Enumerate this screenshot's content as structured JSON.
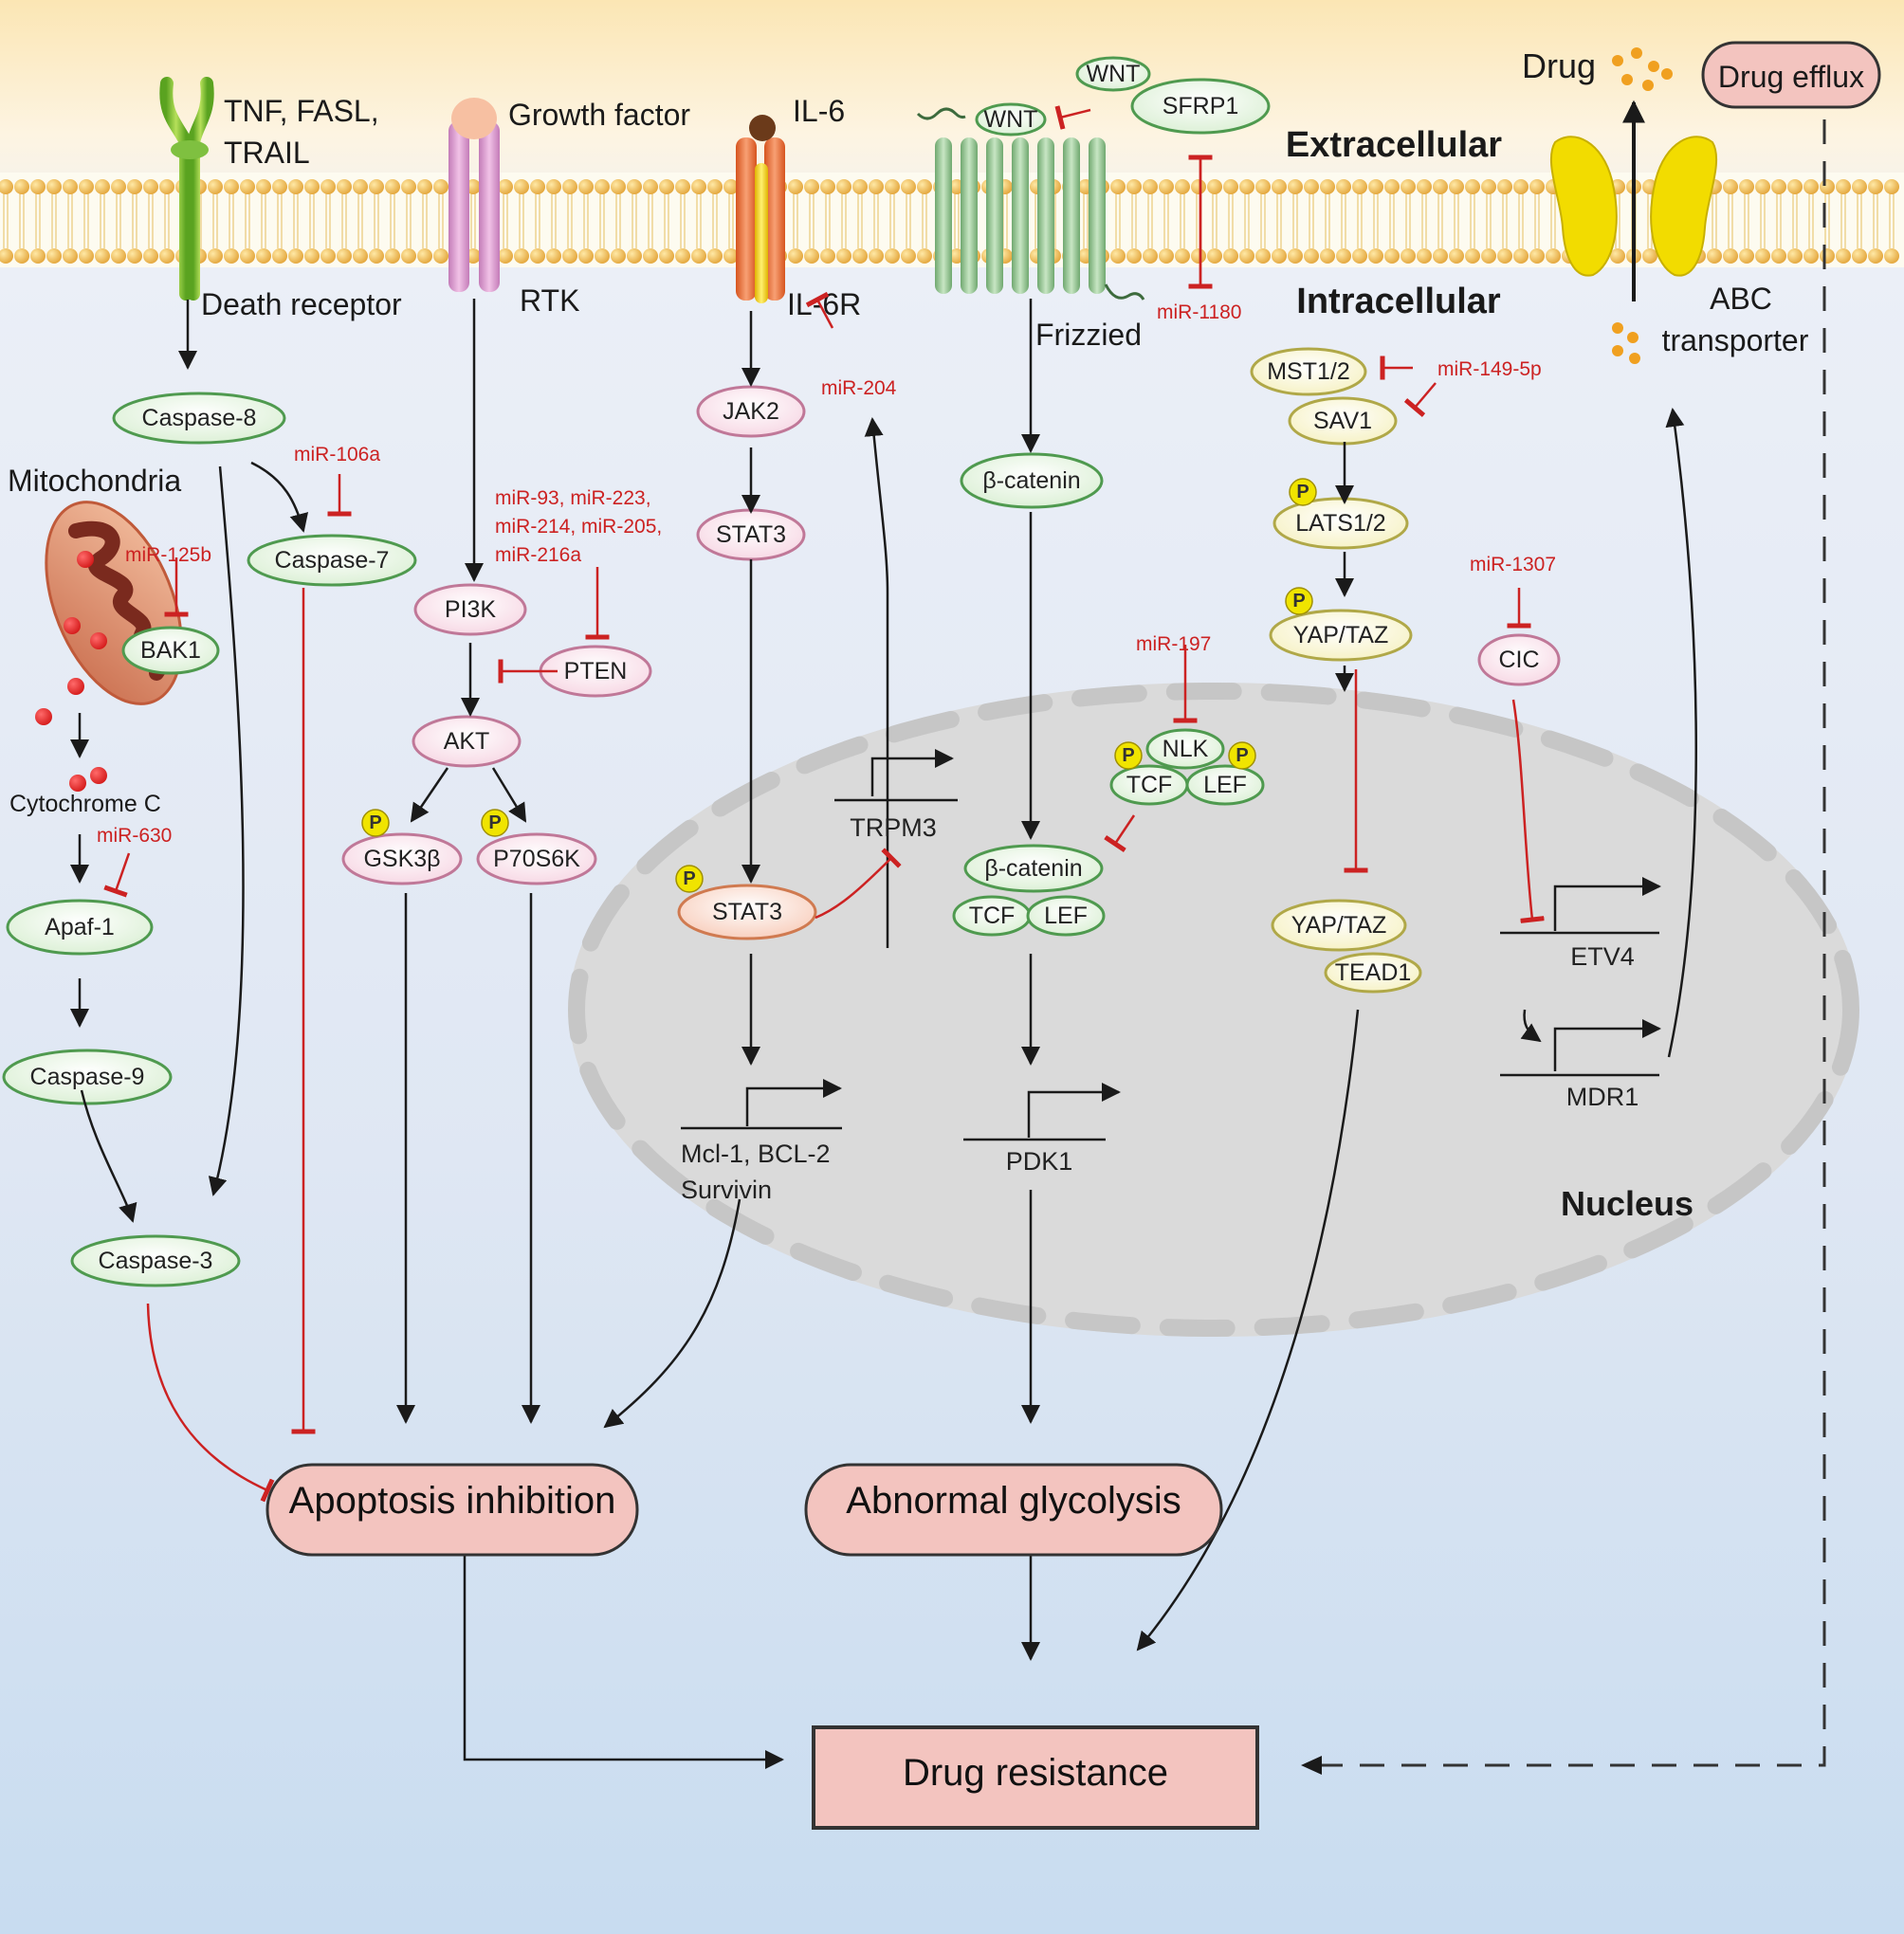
{
  "regions": {
    "extracellular": "Extracellular",
    "intracellular": "Intracellular",
    "nucleus": "Nucleus",
    "mitochondria": "Mitochondria"
  },
  "receptors": {
    "ligand_tnf_1": "TNF, FASL,",
    "ligand_tnf_2": "TRAIL",
    "death_receptor": "Death receptor",
    "growth_factor": "Growth factor",
    "rtk": "RTK",
    "il6": "IL-6",
    "il6r": "IL-6R",
    "frizzled": "Frizzied",
    "abc_1": "ABC",
    "abc_2": "transporter",
    "drug": "Drug",
    "drug_efflux": "Drug efflux"
  },
  "nodes": {
    "caspase8": "Caspase-8",
    "caspase7": "Caspase-7",
    "bak1": "BAK1",
    "cytochrome_c": "Cytochrome C",
    "apaf1": "Apaf-1",
    "caspase9": "Caspase-9",
    "caspase3": "Caspase-3",
    "pi3k": "PI3K",
    "pten": "PTEN",
    "akt": "AKT",
    "gsk3b": "GSK3β",
    "p70s6k": "P70S6K",
    "jak2": "JAK2",
    "stat3": "STAT3",
    "stat3_nuc": "STAT3",
    "wnt1": "WNT",
    "wnt2": "WNT",
    "sfrp1": "SFRP1",
    "beta_catenin": "β-catenin",
    "beta_catenin_nuc": "β-catenin",
    "tcf": "TCF",
    "lef": "LEF",
    "nlk": "NLK",
    "tcf2": "TCF",
    "lef2": "LEF",
    "mst12": "MST1/2",
    "sav1": "SAV1",
    "lats12": "LATS1/2",
    "yaptaz": "YAP/TAZ",
    "yaptaz_nuc": "YAP/TAZ",
    "tead1": "TEAD1",
    "cic": "CIC",
    "phospho": "P"
  },
  "genes": {
    "trpm3": "TRPM3",
    "mcl1_1": "Mcl-1, BCL-2",
    "mcl1_2": "Survivin",
    "pdk1": "PDK1",
    "etv4": "ETV4",
    "mdr1": "MDR1"
  },
  "mirnas": {
    "mir106a": "miR-106a",
    "mir125b": "miR-125b",
    "mir630": "miR-630",
    "mir93_1": "miR-93, miR-223,",
    "mir93_2": "miR-214, miR-205,",
    "mir93_3": "miR-216a",
    "mir204": "miR-204",
    "mir1180": "miR-1180",
    "mir197": "miR-197",
    "mir149": "miR-149-5p",
    "mir1307": "miR-1307"
  },
  "outcomes": {
    "apoptosis_inhibition": "Apoptosis inhibition",
    "abnormal_glycolysis": "Abnormal glycolysis",
    "drug_resistance": "Drug resistance"
  },
  "colors": {
    "inhibit": "#cc2222",
    "green_node": "#e9f5e4",
    "green_stroke": "#4a9a4a",
    "pink_node": "#fbe7ef",
    "pink_stroke": "#c07898",
    "yellow_node": "#fdfbe2",
    "yellow_stroke": "#b0a848",
    "outcome_fill": "#f3c4bf",
    "nucleus_fill": "#dcdcdc"
  }
}
